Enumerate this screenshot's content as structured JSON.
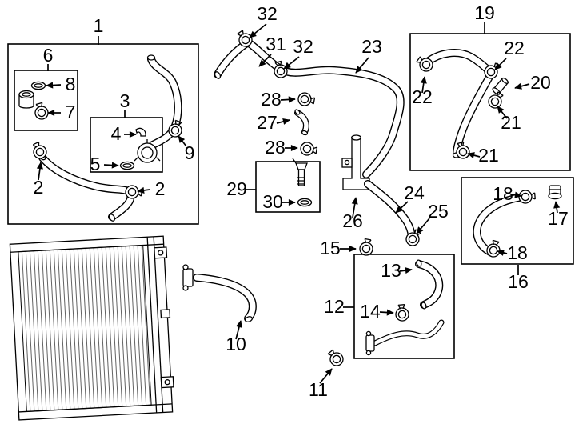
{
  "colors": {
    "bg": "#ffffff",
    "line": "#000000"
  },
  "callouts": [
    "1",
    "6",
    "8",
    "7",
    "3",
    "4",
    "5",
    "9",
    "2",
    "2",
    "32",
    "31",
    "32",
    "23",
    "28",
    "27",
    "28",
    "29",
    "30",
    "26",
    "24",
    "25",
    "15",
    "12",
    "13",
    "14",
    "11",
    "10",
    "19",
    "22",
    "20",
    "22",
    "21",
    "21",
    "18",
    "17",
    "18",
    "16"
  ]
}
